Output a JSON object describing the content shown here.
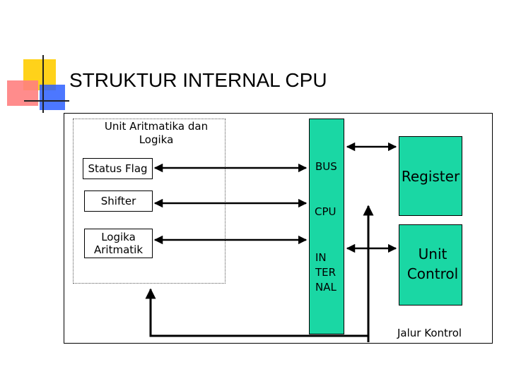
{
  "title": "STRUKTUR INTERNAL CPU",
  "alu": {
    "label_line1": "Unit Aritmatika dan",
    "label_line2": "Logika",
    "status_flag": "Status Flag",
    "shifter": "Shifter",
    "logika_line1": "Logika",
    "logika_line2": "Aritmatik"
  },
  "bus": {
    "line1": "BUS",
    "line2": "CPU",
    "line3": "IN",
    "line4": "TER",
    "line5": "NAL"
  },
  "register": "Register",
  "unit_control_line1": "Unit",
  "unit_control_line2": "Control",
  "jalur_kontrol": "Jalur Kontrol",
  "colors": {
    "green": "#1ad7a4",
    "deco_yellow": "#ffd21a",
    "deco_red": "#ff6a6a",
    "deco_blue": "#2d5fff"
  }
}
